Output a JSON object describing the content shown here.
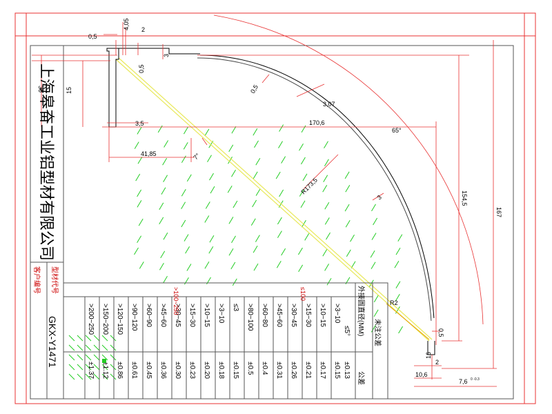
{
  "company_name": "上海皋奋工业铝型材有限公司",
  "profile_code_label": "型材代号",
  "customer_code_label": "客户编号",
  "profile_code": "GKX-Y1471",
  "table": {
    "header_tolerance": "未注公差",
    "header_outer_diameter": "外接圆直径(MM)",
    "header_tol": "公差",
    "angle_row": "≤5°",
    "group_le100": "≤100",
    "group_gt100": ">100~250",
    "rows_le100": [
      {
        "range": ">3~10",
        "tol": "±0.15"
      },
      {
        "range": ">10~15",
        "tol": "±0.17"
      },
      {
        "range": ">15~30",
        "tol": "±0.21"
      },
      {
        "range": ">30~45",
        "tol": "±0.26"
      },
      {
        "range": ">45~60",
        "tol": "±0.31"
      },
      {
        "range": ">60~80",
        "tol": "±0.4"
      },
      {
        "range": ">80~100",
        "tol": "±0.5"
      }
    ],
    "first_tol": "±0.13",
    "rows_gt100": [
      {
        "range": "≤3",
        "tol": "±0.15"
      },
      {
        "range": ">3~10",
        "tol": "±0.18"
      },
      {
        "range": ">10~15",
        "tol": "±0.20"
      },
      {
        "range": ">15~30",
        "tol": "±0.23"
      },
      {
        "range": ">30~45",
        "tol": "±0.30"
      },
      {
        "range": ">45~60",
        "tol": "±0.36"
      },
      {
        "range": ">60~90",
        "tol": "±0.45"
      },
      {
        "range": ">90~120",
        "tol": "±0.61"
      },
      {
        "range": ">120~150",
        "tol": "±0.86"
      },
      {
        "range": ">150~200",
        "tol": "±1.12"
      },
      {
        "range": ">200~250",
        "tol": "±1.37"
      }
    ]
  },
  "dimensions": {
    "d_4_05": "4,05",
    "d_2_top": "2",
    "d_0_5_left": "0,5",
    "d_3": "3",
    "d_0_5_small": "0,5",
    "d_30": "30",
    "d_15": "15",
    "d_0_5_arc": "0,5",
    "d_3_07": "3,07",
    "d_3_5": "3,5",
    "d_170_6": "170,6",
    "d_65": "65°",
    "d_41_85": "41,85",
    "d_7deg": "7°",
    "d_R173_5": "R173,5",
    "d_3_notch": "3",
    "d_154_5": "154,5",
    "d_167": "167",
    "d_R2": "R2",
    "d_0_5_right": "0,5",
    "d_16": "16",
    "d_2_right": "2",
    "d_10_6": "10,6",
    "d_7_6": "7,6",
    "d_7_6_tol": "0 -0.3"
  },
  "colors": {
    "frame": "#e83030",
    "hatch": "#22cc22",
    "diagonal": "#e8e85a",
    "outline": "#000000"
  }
}
